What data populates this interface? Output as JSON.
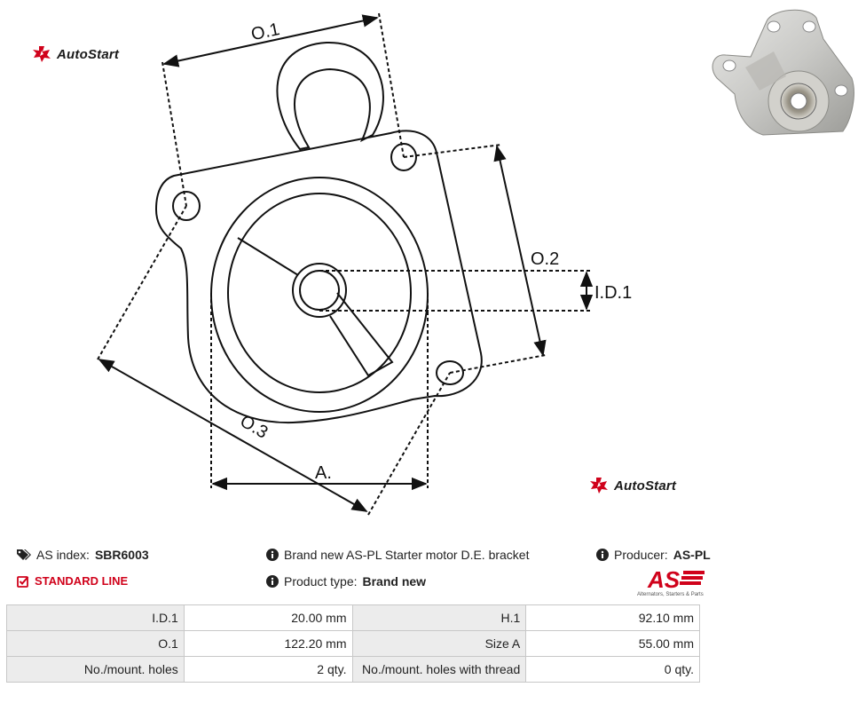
{
  "brand": {
    "logo_text": "AutoStart"
  },
  "drawing": {
    "labels": {
      "o1": "O.1",
      "o2": "O.2",
      "o3": "O.3",
      "id1": "I.D.1",
      "a": "A."
    }
  },
  "product": {
    "as_index_label": "AS index:",
    "as_index_value": "SBR6003",
    "line_label": "STANDARD LINE",
    "description": "Brand new AS-PL Starter motor D.E. bracket",
    "type_label": "Product type:",
    "type_value": "Brand new",
    "producer_label": "Producer:",
    "producer_value": "AS-PL",
    "producer_logo_text": "AS",
    "producer_logo_tagline": "Alternators, Starters & Parts"
  },
  "specs": [
    {
      "label1": "I.D.1",
      "value1": "20.00 mm",
      "label2": "H.1",
      "value2": "92.10 mm"
    },
    {
      "label1": "O.1",
      "value1": "122.20 mm",
      "label2": "Size A",
      "value2": "55.00 mm"
    },
    {
      "label1": "No./mount. holes",
      "value1": "2 qty.",
      "label2": "No./mount. holes with thread",
      "value2": "0 qty."
    }
  ],
  "colors": {
    "accent_red": "#d0021b",
    "label_bg": "#ececec",
    "border": "#c8c8c8"
  },
  "icons": [
    "autostart-logo-icon",
    "tag-icon",
    "checkbox-icon",
    "info-icon",
    "as-pl-logo"
  ]
}
